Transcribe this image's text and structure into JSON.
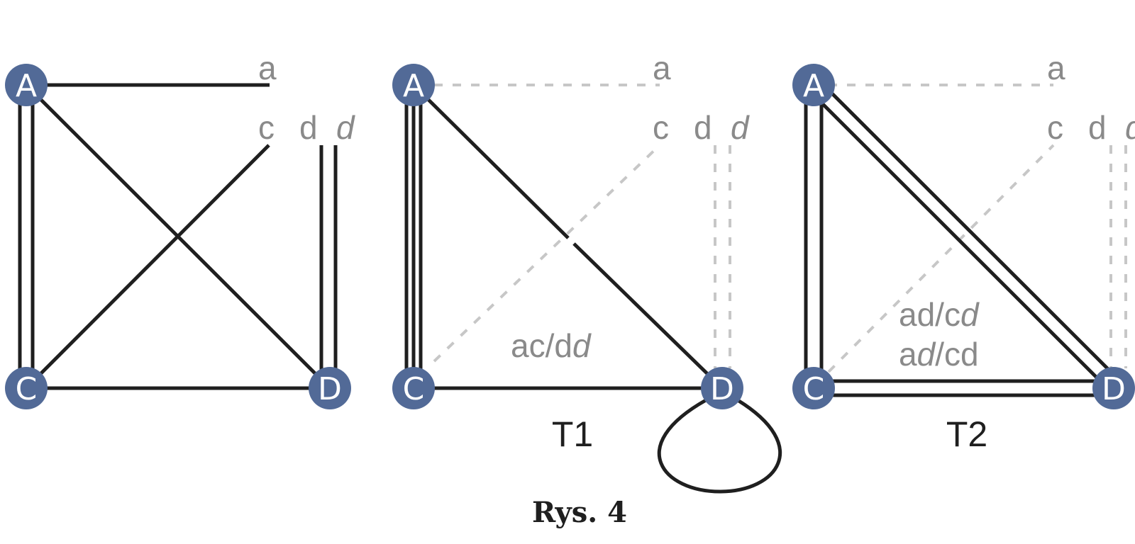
{
  "colors": {
    "node": "#526a97",
    "edge": "#1f1f1f",
    "ghost": "#c7c7c7",
    "label": "#8a8a8a"
  },
  "nodes": {
    "A": "A",
    "C": "C",
    "D": "D"
  },
  "stubs": {
    "a": "a",
    "c": "c",
    "d_plain": "d",
    "d_italic": "d"
  },
  "panel2": {
    "title": "T1",
    "edge_label": {
      "p1": "ac/d",
      "p2": "d"
    }
  },
  "panel3": {
    "title": "T2",
    "edge_label_1": {
      "p1": "ad/c",
      "p2": "d"
    },
    "edge_label_2": {
      "p1": "a",
      "p2": "d",
      "p3": "/cd"
    }
  },
  "caption": "Rys. 4"
}
